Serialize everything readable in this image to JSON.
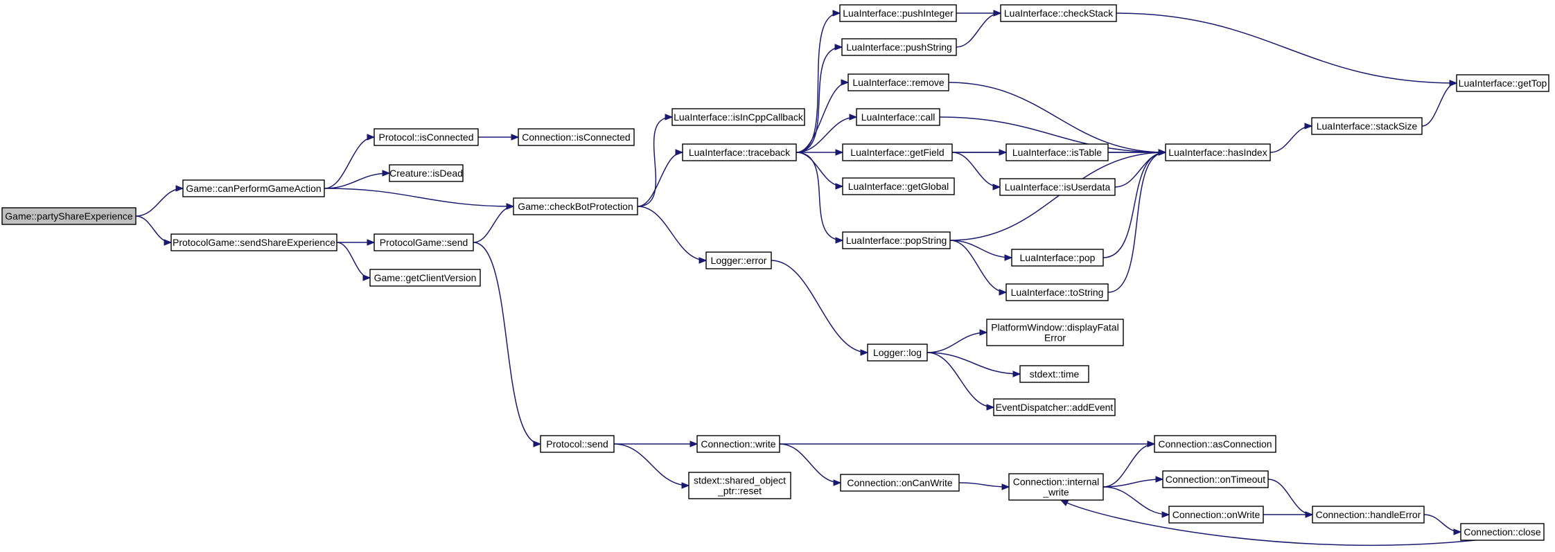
{
  "diagram": {
    "colors": {
      "edge": "#191970",
      "node_border": "#000000",
      "root_fill": "#bfbfbf",
      "node_fill": "#ffffff"
    },
    "nodes": [
      {
        "id": "n_root",
        "lines": [
          "Game::partyShareExperience"
        ],
        "root": true
      },
      {
        "id": "n_canPerform",
        "lines": [
          "Game::canPerformGameAction"
        ]
      },
      {
        "id": "n_sendShareExp",
        "lines": [
          "ProtocolGame::sendShareExperience"
        ]
      },
      {
        "id": "n_protoIsConnected",
        "lines": [
          "Protocol::isConnected"
        ]
      },
      {
        "id": "n_creatureIsDead",
        "lines": [
          "Creature::isDead"
        ]
      },
      {
        "id": "n_checkBot",
        "lines": [
          "Game::checkBotProtection"
        ]
      },
      {
        "id": "n_pgSend",
        "lines": [
          "ProtocolGame::send"
        ]
      },
      {
        "id": "n_getClientVersion",
        "lines": [
          "Game::getClientVersion"
        ]
      },
      {
        "id": "n_connIsConnected",
        "lines": [
          "Connection::isConnected"
        ]
      },
      {
        "id": "n_isInCppCallback",
        "lines": [
          "LuaInterface::isInCppCallback"
        ]
      },
      {
        "id": "n_traceback",
        "lines": [
          "LuaInterface::traceback"
        ]
      },
      {
        "id": "n_loggerError",
        "lines": [
          "Logger::error"
        ]
      },
      {
        "id": "n_protocolSend",
        "lines": [
          "Protocol::send"
        ]
      },
      {
        "id": "n_connWrite",
        "lines": [
          "Connection::write"
        ]
      },
      {
        "id": "n_sharedReset",
        "lines": [
          "stdext::shared_object",
          "_ptr::reset"
        ]
      },
      {
        "id": "n_pushInteger",
        "lines": [
          "LuaInterface::pushInteger"
        ]
      },
      {
        "id": "n_pushString",
        "lines": [
          "LuaInterface::pushString"
        ]
      },
      {
        "id": "n_remove",
        "lines": [
          "LuaInterface::remove"
        ]
      },
      {
        "id": "n_call",
        "lines": [
          "LuaInterface::call"
        ]
      },
      {
        "id": "n_getField",
        "lines": [
          "LuaInterface::getField"
        ]
      },
      {
        "id": "n_getGlobal",
        "lines": [
          "LuaInterface::getGlobal"
        ]
      },
      {
        "id": "n_popString",
        "lines": [
          "LuaInterface::popString"
        ]
      },
      {
        "id": "n_loggerLog",
        "lines": [
          "Logger::log"
        ]
      },
      {
        "id": "n_onCanWrite",
        "lines": [
          "Connection::onCanWrite"
        ]
      },
      {
        "id": "n_checkStack",
        "lines": [
          "LuaInterface::checkStack"
        ]
      },
      {
        "id": "n_isTable",
        "lines": [
          "LuaInterface::isTable"
        ]
      },
      {
        "id": "n_isUserdata",
        "lines": [
          "LuaInterface::isUserdata"
        ]
      },
      {
        "id": "n_pop",
        "lines": [
          "LuaInterface::pop"
        ]
      },
      {
        "id": "n_toString",
        "lines": [
          "LuaInterface::toString"
        ]
      },
      {
        "id": "n_displayFatal",
        "lines": [
          "PlatformWindow::displayFatal",
          "Error"
        ]
      },
      {
        "id": "n_stdextTime",
        "lines": [
          "stdext::time"
        ]
      },
      {
        "id": "n_addEvent",
        "lines": [
          "EventDispatcher::addEvent"
        ]
      },
      {
        "id": "n_internalWrite",
        "lines": [
          "Connection::internal",
          "_write"
        ]
      },
      {
        "id": "n_hasIndex",
        "lines": [
          "LuaInterface::hasIndex"
        ]
      },
      {
        "id": "n_asConnection",
        "lines": [
          "Connection::asConnection"
        ]
      },
      {
        "id": "n_onTimeout",
        "lines": [
          "Connection::onTimeout"
        ]
      },
      {
        "id": "n_onWrite",
        "lines": [
          "Connection::onWrite"
        ]
      },
      {
        "id": "n_stackSize",
        "lines": [
          "LuaInterface::stackSize"
        ]
      },
      {
        "id": "n_handleError",
        "lines": [
          "Connection::handleError"
        ]
      },
      {
        "id": "n_getTop",
        "lines": [
          "LuaInterface::getTop"
        ]
      },
      {
        "id": "n_connClose",
        "lines": [
          "Connection::close"
        ]
      }
    ],
    "edges": [
      [
        "n_root",
        "n_canPerform"
      ],
      [
        "n_root",
        "n_sendShareExp"
      ],
      [
        "n_canPerform",
        "n_protoIsConnected"
      ],
      [
        "n_canPerform",
        "n_creatureIsDead"
      ],
      [
        "n_canPerform",
        "n_checkBot"
      ],
      [
        "n_sendShareExp",
        "n_pgSend"
      ],
      [
        "n_sendShareExp",
        "n_getClientVersion"
      ],
      [
        "n_protoIsConnected",
        "n_connIsConnected"
      ],
      [
        "n_pgSend",
        "n_checkBot"
      ],
      [
        "n_pgSend",
        "n_protocolSend"
      ],
      [
        "n_checkBot",
        "n_isInCppCallback"
      ],
      [
        "n_checkBot",
        "n_traceback"
      ],
      [
        "n_checkBot",
        "n_loggerError"
      ],
      [
        "n_traceback",
        "n_pushInteger"
      ],
      [
        "n_traceback",
        "n_pushString"
      ],
      [
        "n_traceback",
        "n_remove"
      ],
      [
        "n_traceback",
        "n_call"
      ],
      [
        "n_traceback",
        "n_getField"
      ],
      [
        "n_traceback",
        "n_getGlobal"
      ],
      [
        "n_traceback",
        "n_popString"
      ],
      [
        "n_pushInteger",
        "n_checkStack"
      ],
      [
        "n_pushString",
        "n_checkStack"
      ],
      [
        "n_checkStack",
        "n_getTop"
      ],
      [
        "n_remove",
        "n_hasIndex"
      ],
      [
        "n_call",
        "n_hasIndex"
      ],
      [
        "n_getField",
        "n_hasIndex"
      ],
      [
        "n_getField",
        "n_isTable"
      ],
      [
        "n_getField",
        "n_isUserdata"
      ],
      [
        "n_isTable",
        "n_hasIndex"
      ],
      [
        "n_isUserdata",
        "n_hasIndex"
      ],
      [
        "n_popString",
        "n_hasIndex"
      ],
      [
        "n_popString",
        "n_pop"
      ],
      [
        "n_popString",
        "n_toString"
      ],
      [
        "n_pop",
        "n_hasIndex"
      ],
      [
        "n_toString",
        "n_hasIndex"
      ],
      [
        "n_hasIndex",
        "n_stackSize"
      ],
      [
        "n_stackSize",
        "n_getTop"
      ],
      [
        "n_loggerError",
        "n_loggerLog"
      ],
      [
        "n_loggerLog",
        "n_displayFatal"
      ],
      [
        "n_loggerLog",
        "n_stdextTime"
      ],
      [
        "n_loggerLog",
        "n_addEvent"
      ],
      [
        "n_protocolSend",
        "n_connWrite"
      ],
      [
        "n_protocolSend",
        "n_sharedReset"
      ],
      [
        "n_connWrite",
        "n_asConnection"
      ],
      [
        "n_connWrite",
        "n_onCanWrite"
      ],
      [
        "n_onCanWrite",
        "n_internalWrite"
      ],
      [
        "n_internalWrite",
        "n_asConnection"
      ],
      [
        "n_internalWrite",
        "n_onTimeout"
      ],
      [
        "n_internalWrite",
        "n_onWrite"
      ],
      [
        "n_onTimeout",
        "n_handleError"
      ],
      [
        "n_onWrite",
        "n_handleError"
      ],
      [
        "n_handleError",
        "n_connClose"
      ],
      [
        "n_connClose",
        "n_internalWrite"
      ]
    ]
  }
}
